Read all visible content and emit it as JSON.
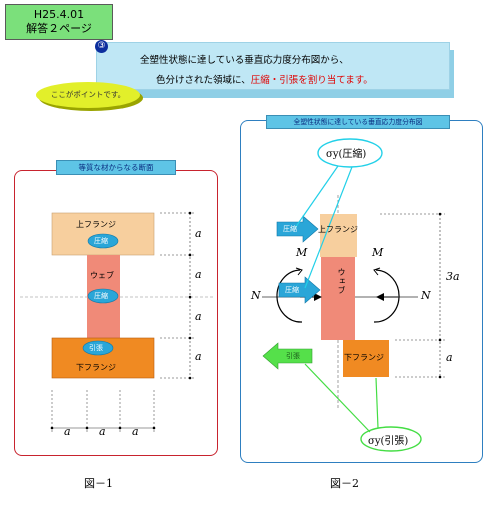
{
  "header": {
    "line1": "H25.4.01",
    "line2": "解答２ページ"
  },
  "banner": {
    "number": "③",
    "line1": "全塑性状態に達している垂直応力度分布図から、",
    "line2_plain": "色分けされた領域に、",
    "line2_highlight": "圧縮・引張を割り当てます。"
  },
  "pointer": "ここがポイントです。",
  "fig1": {
    "label": "等質な材からなる断面",
    "top_flange": "上フランジ",
    "top_badge": "圧縮",
    "web": "ウェブ",
    "web_badge": "圧縮",
    "bottom_badge": "引張",
    "bottom_flange": "下フランジ",
    "dim_a": "a",
    "caption": "図－1"
  },
  "fig2": {
    "label": "全塑性状態に達している垂直応力度分布図",
    "sigma_comp": "σy(圧縮)",
    "sigma_tens": "σy(引張)",
    "top_flange": "上フランジ",
    "web": "ウェブ",
    "bottom_flange": "下フランジ",
    "arrow_comp1": "圧縮",
    "arrow_comp2": "圧縮",
    "arrow_tens": "引張",
    "moment": "M",
    "axial": "N",
    "dim_3a": "3a",
    "dim_a": "a",
    "caption": "図－2"
  },
  "colors": {
    "top_flange": "#f7cf9e",
    "web": "#f08a78",
    "bottom_flange": "#f08a22",
    "badge": "#2aa6d8",
    "arrow_blue": "#2aa6d8",
    "arrow_green": "#55e04a",
    "leader_cyan": "#22d0e8",
    "leader_green": "#44dd44"
  }
}
